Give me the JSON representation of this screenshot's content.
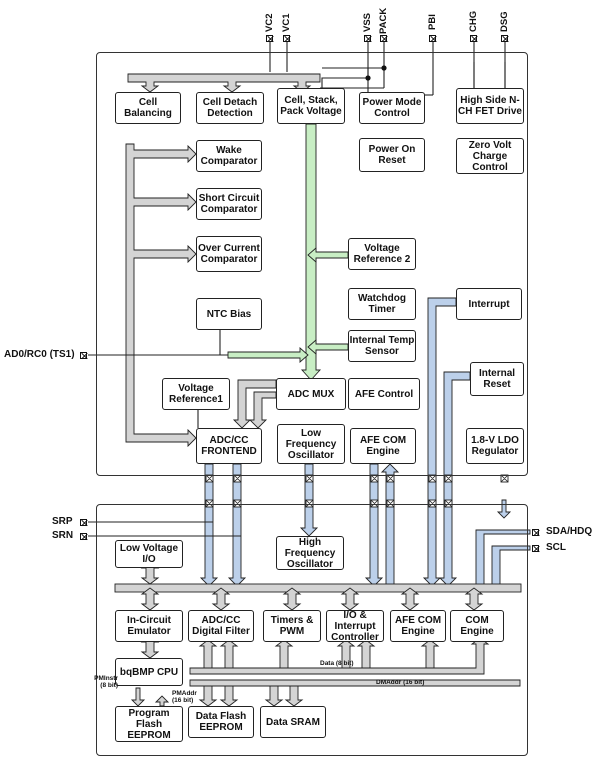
{
  "pins_top": {
    "vc2": "VC2",
    "vc1": "VC1",
    "vss": "VSS",
    "pack": "PACK",
    "pbi": "PBI",
    "chg": "CHG",
    "dsg": "DSG"
  },
  "pins_left": {
    "ad0": "AD0/RC0 (TS1)",
    "srp": "SRP",
    "srn": "SRN"
  },
  "pins_right": {
    "sda": "SDA/HDQ",
    "scl": "SCL"
  },
  "analog": {
    "cell_balancing": "Cell Balancing",
    "cell_detach": "Cell Detach Detection",
    "cell_stack_pack": "Cell, Stack, Pack Voltage",
    "power_mode": "Power Mode Control",
    "high_side_fet": "High Side N-CH FET Drive",
    "wake_comparator": "Wake Comparator",
    "power_on_reset": "Power On Reset",
    "zero_volt": "Zero Volt Charge Control",
    "short_circuit": "Short Circuit Comparator",
    "over_current": "Over Current Comparator",
    "voltage_ref2": "Voltage Reference 2",
    "watchdog": "Watchdog Timer",
    "interrupt": "Interrupt",
    "ntc_bias": "NTC Bias",
    "internal_temp": "Internal Temp Sensor",
    "internal_reset": "Internal Reset",
    "voltage_ref1": "Voltage Reference1",
    "adc_mux": "ADC MUX",
    "afe_control": "AFE Control",
    "adc_cc_frontend": "ADC/CC FRONTEND",
    "low_freq_osc": "Low Frequency Oscillator",
    "afe_com_engine": "AFE COM Engine",
    "ldo": "1.8-V LDO Regulator"
  },
  "digital": {
    "high_freq_osc": "High Frequency Oscillator",
    "low_voltage_io": "Low Voltage I/O",
    "in_circuit_emulator": "In-Circuit Emulator",
    "adc_cc_filter": "ADC/CC Digital Filter",
    "timers_pwm": "Timers & PWM",
    "io_interrupt": "I/O & Interrupt Controller",
    "afe_com_engine": "AFE COM Engine",
    "com_engine": "COM Engine",
    "cpu": "bqBMP CPU",
    "program_flash": "Program Flash EEPROM",
    "data_flash": "Data Flash EEPROM",
    "data_sram": "Data SRAM"
  },
  "bus_labels": {
    "data": "Data (8 bit)",
    "dmaddr": "DMAddr (16 bit)",
    "pminstr": "PMInstr (8 bit)",
    "pmaddr": "PMAddr (16 bit)"
  },
  "colors": {
    "gray_bus": "#d4d4d4",
    "green_bus": "#c8eec4",
    "blue_bus": "#bcd0ea",
    "outline": "#222222"
  }
}
